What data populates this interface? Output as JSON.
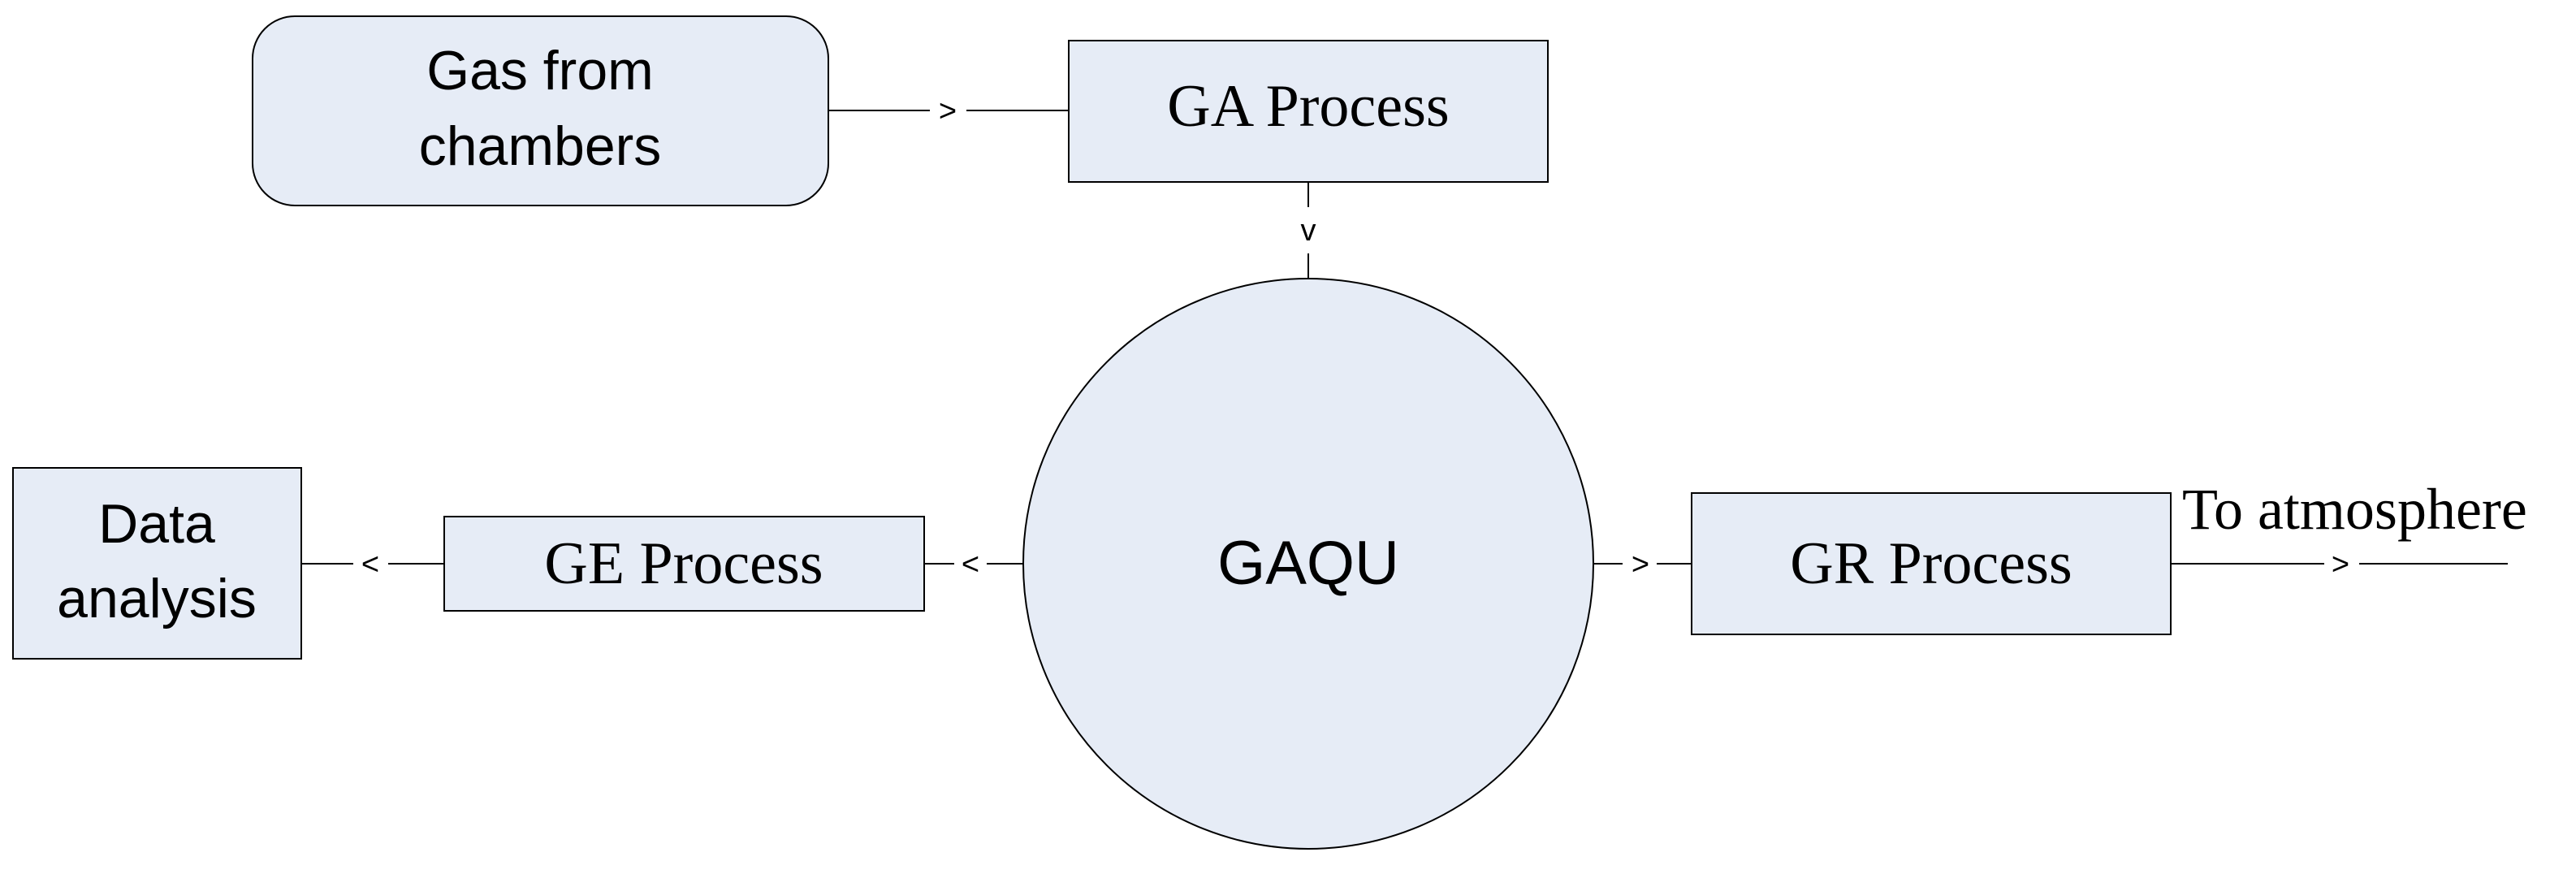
{
  "nodes": {
    "gas_source": {
      "line1": "Gas from",
      "line2": "chambers"
    },
    "ga_process": {
      "label": "GA Process"
    },
    "gaqu": {
      "label": "GAQU"
    },
    "ge_process": {
      "label": "GE Process"
    },
    "gr_process": {
      "label": "GR Process"
    },
    "data_analysis": {
      "line1": "Data",
      "line2": "analysis"
    }
  },
  "edges": {
    "to_atmosphere": {
      "label": "To atmosphere"
    },
    "arrow_right": ">",
    "arrow_left": "<",
    "arrow_down": "v"
  },
  "colors": {
    "node_fill": "#e6ecf6",
    "stroke": "#000000"
  }
}
